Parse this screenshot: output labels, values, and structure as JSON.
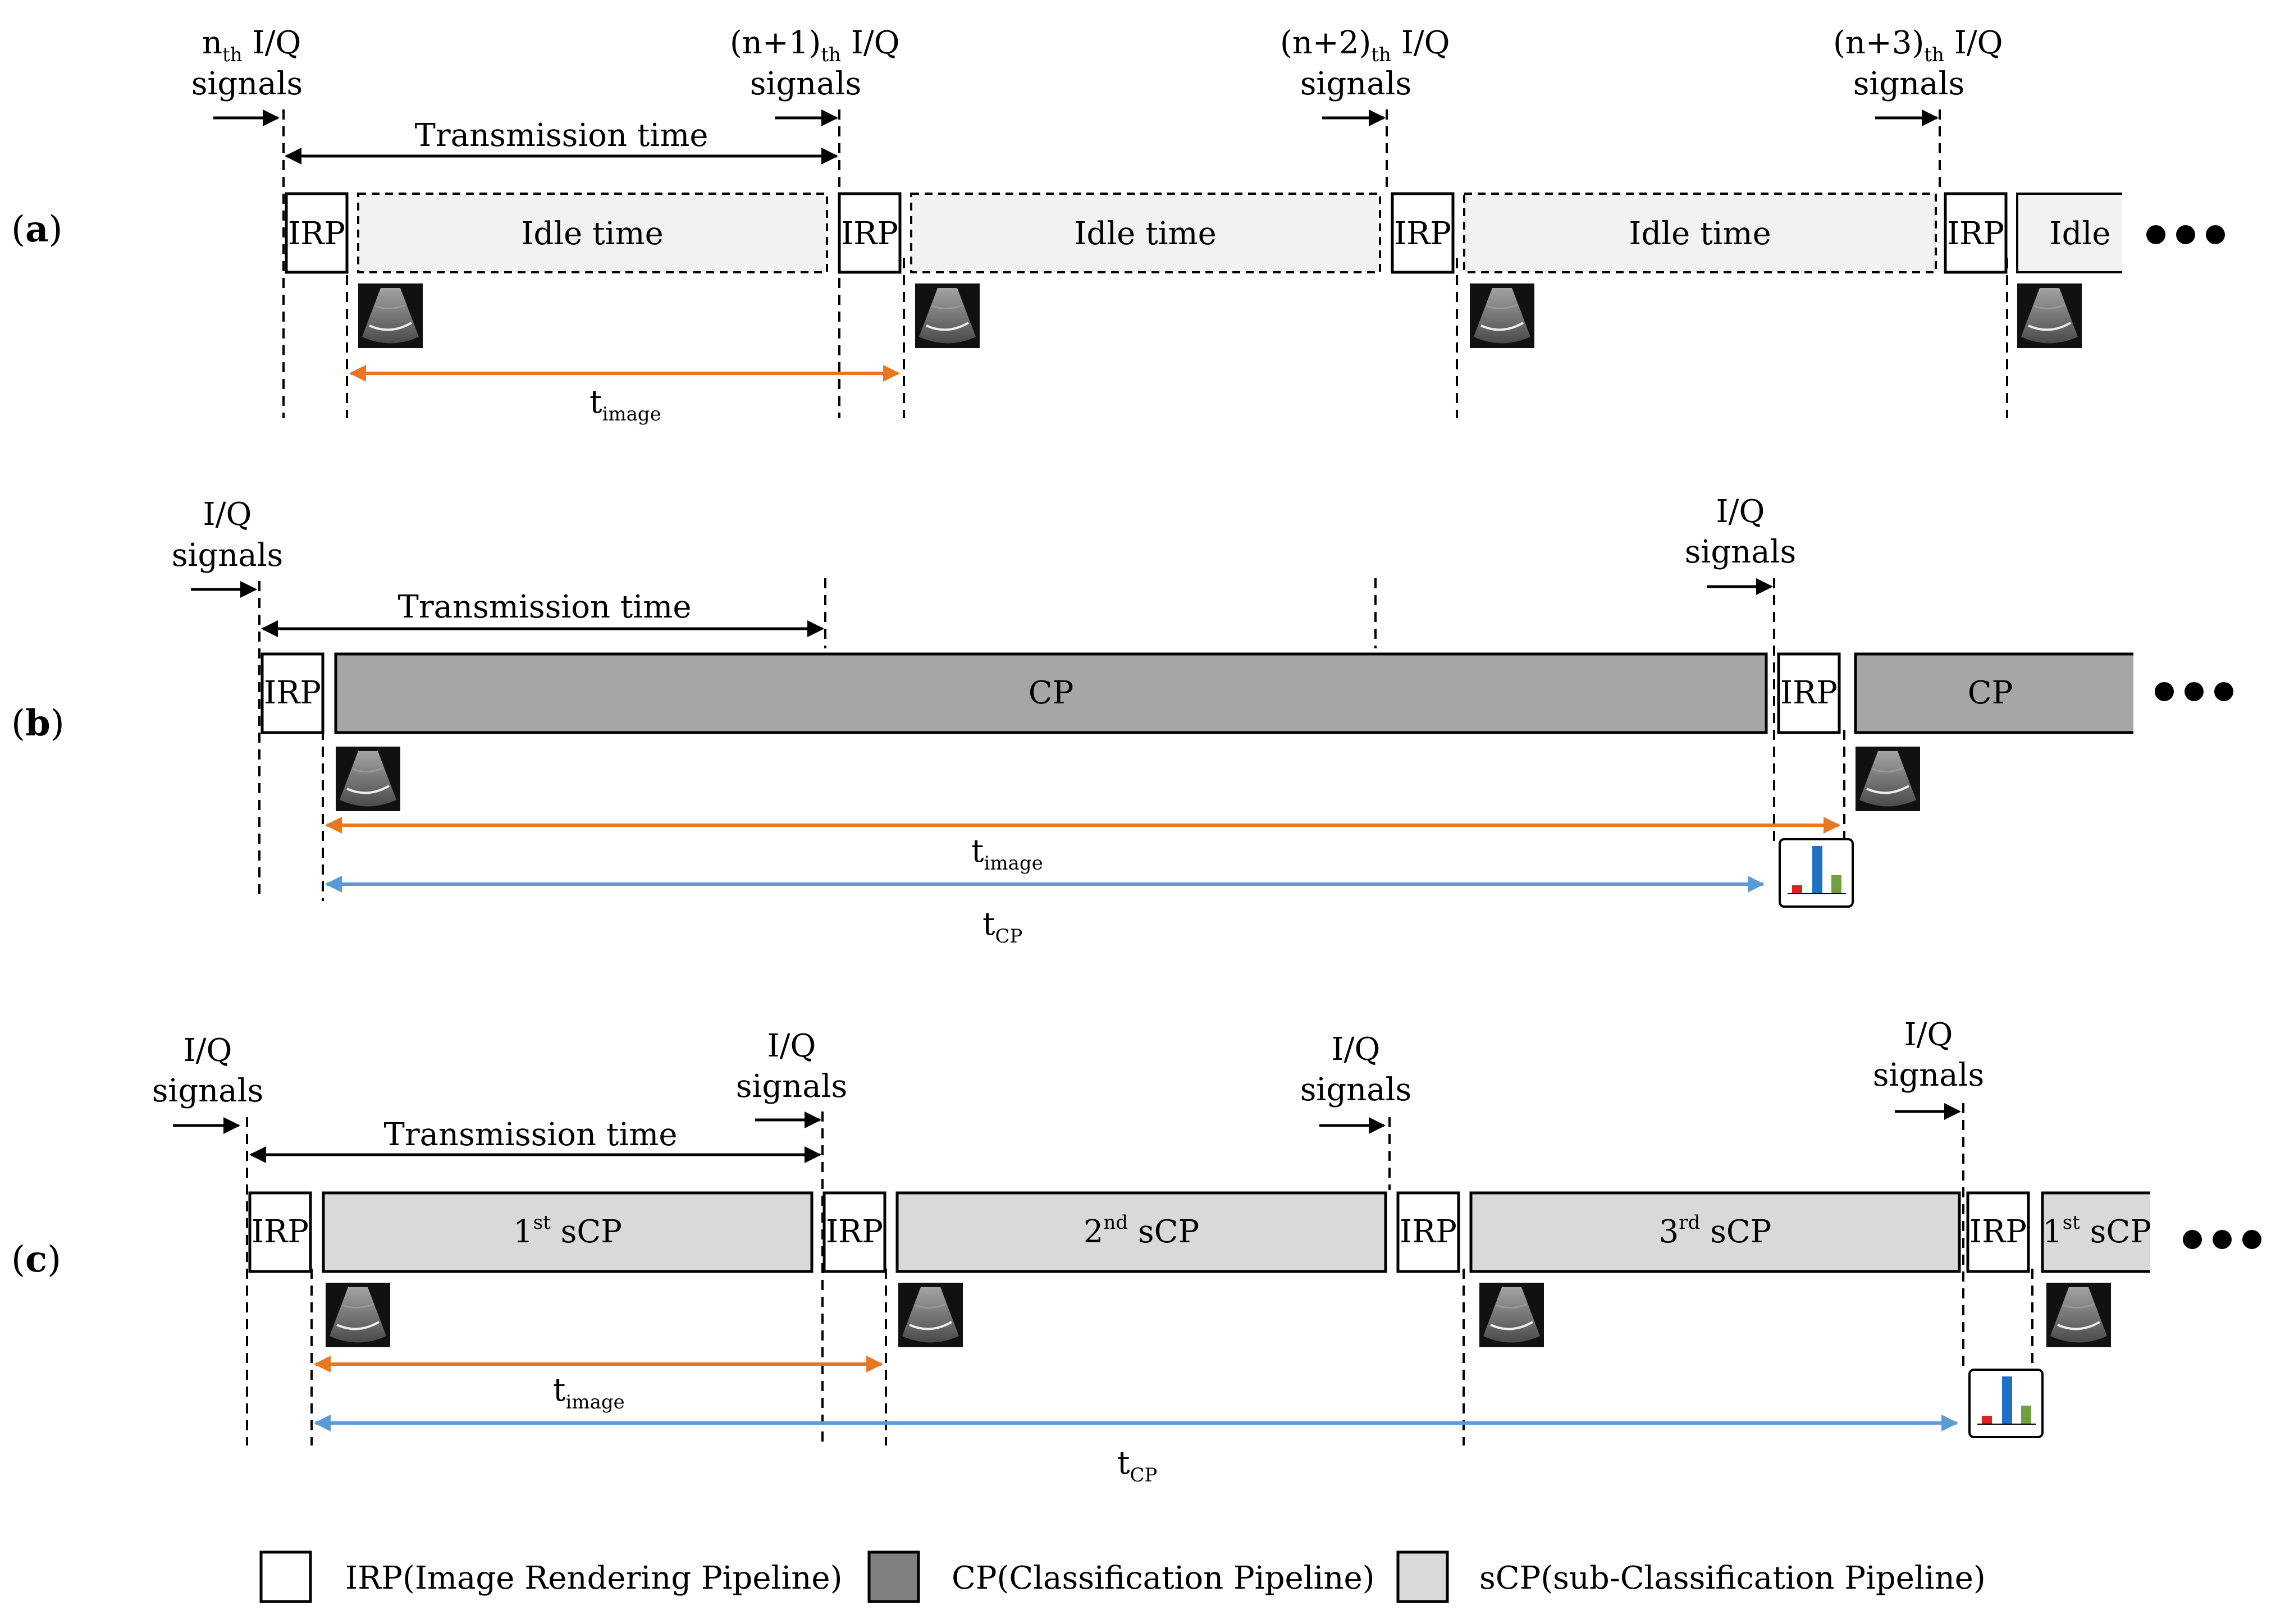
{
  "colors": {
    "irp_fill": "#ffffff",
    "cp_fill": "#a6a6a6",
    "scp_fill": "#d9d9d9",
    "idle_fill": "#f2f2f2",
    "t_image_arrow": "#E87722",
    "t_cp_arrow": "#5B9BD5",
    "bar_red": "#e02020",
    "bar_blue": "#1f6fc5",
    "bar_green": "#70a040"
  },
  "icons": [
    "ultrasound-image-icon",
    "bar-chart-icon",
    "ellipsis-icon"
  ],
  "common": {
    "irp": "IRP",
    "signals": "signals",
    "iq": "I/Q",
    "th": "th",
    "transmission_time": "Transmission time",
    "t": "t",
    "image_sub": "image",
    "cp_sub": "CP"
  },
  "panel_a": {
    "label_open": "(",
    "label_letter": "a",
    "label_close": ")",
    "signal_prefixes": [
      "n",
      "(n+1)",
      "(n+2)",
      "(n+3)"
    ],
    "idle_labels": [
      "Idle time",
      "Idle time",
      "Idle time",
      "Idle"
    ]
  },
  "panel_b": {
    "label_open": "(",
    "label_letter": "b",
    "label_close": ")",
    "cp_labels": [
      "CP",
      "CP"
    ]
  },
  "panel_c": {
    "label_open": "(",
    "label_letter": "c",
    "label_close": ")",
    "scp_ordinals": [
      {
        "num": "1",
        "sup": "st",
        "text": " sCP"
      },
      {
        "num": "2",
        "sup": "nd",
        "text": " sCP"
      },
      {
        "num": "3",
        "sup": "rd",
        "text": " sCP"
      },
      {
        "num": "1",
        "sup": "st",
        "text": " sCP"
      }
    ]
  },
  "legend": {
    "irp": "IRP(Image Rendering Pipeline)",
    "cp": "CP(Classification Pipeline)",
    "scp": "sCP(sub-Classification Pipeline)"
  }
}
